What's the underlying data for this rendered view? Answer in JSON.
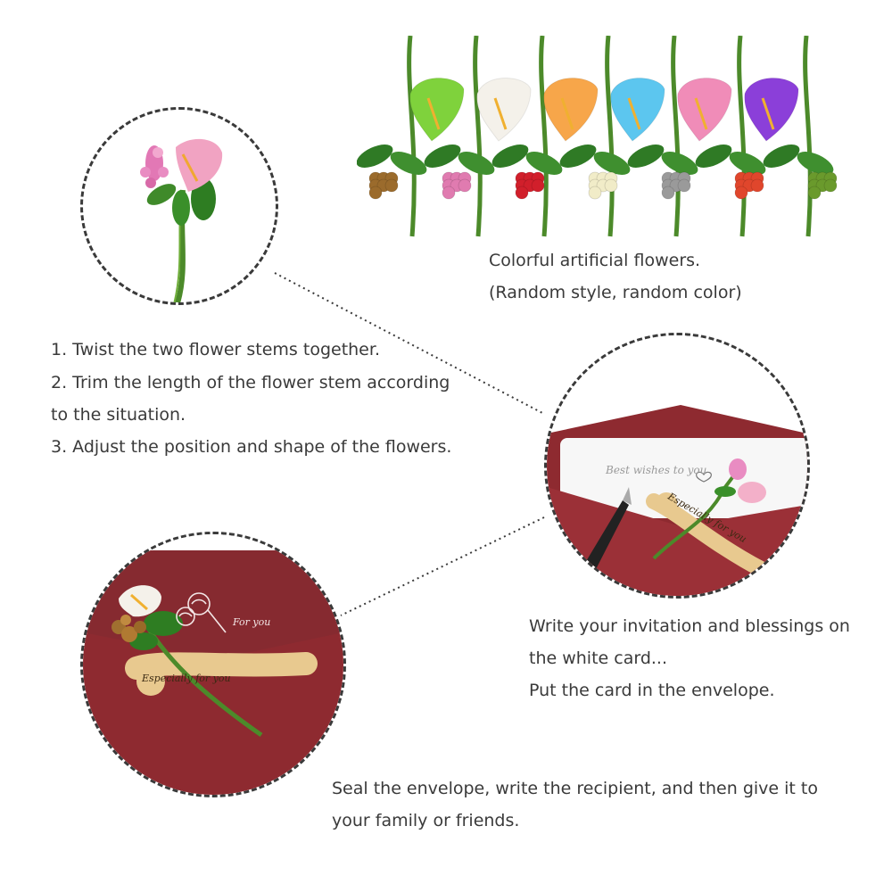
{
  "captions": {
    "flowers_line1": "Colorful artificial flowers.",
    "flowers_line2": "(Random style, random color)",
    "step1": "1. Twist the two flower stems together.",
    "step2": "2. Trim the length of the flower stem according",
    "step2b": "to the situation.",
    "step3": "3. Adjust the position and shape of the flowers.",
    "card_line1": "Write your invitation and blessings on",
    "card_line2": "the white card...",
    "card_line3": "Put the card in the envelope.",
    "seal_line1": "Seal the envelope, write the recipient, and then give it to",
    "seal_line2": "your family or friends."
  },
  "card": {
    "greeting": "Best wishes to you",
    "sticker": "Especially for you"
  },
  "envelope": {
    "for_you": "For you",
    "sticker": "Especially for you"
  },
  "flower_colors": [
    "#7fd23c",
    "#f4f1ea",
    "#f7a64a",
    "#5cc6ef",
    "#f08cb8",
    "#8b3fd9"
  ],
  "berry_colors": [
    "#9b6b2c",
    "#e07bb0",
    "#d11f2b",
    "#f1ecc8",
    "#9a9a9a",
    "#e0462c",
    "#6a9a2c"
  ],
  "colors": {
    "envelope": "#8e2a30",
    "stem": "#4c8a2a",
    "sticker": "#e8c98f"
  },
  "icons": [
    "heart-outline-icon",
    "pen-icon",
    "rose-emblem-icon"
  ]
}
